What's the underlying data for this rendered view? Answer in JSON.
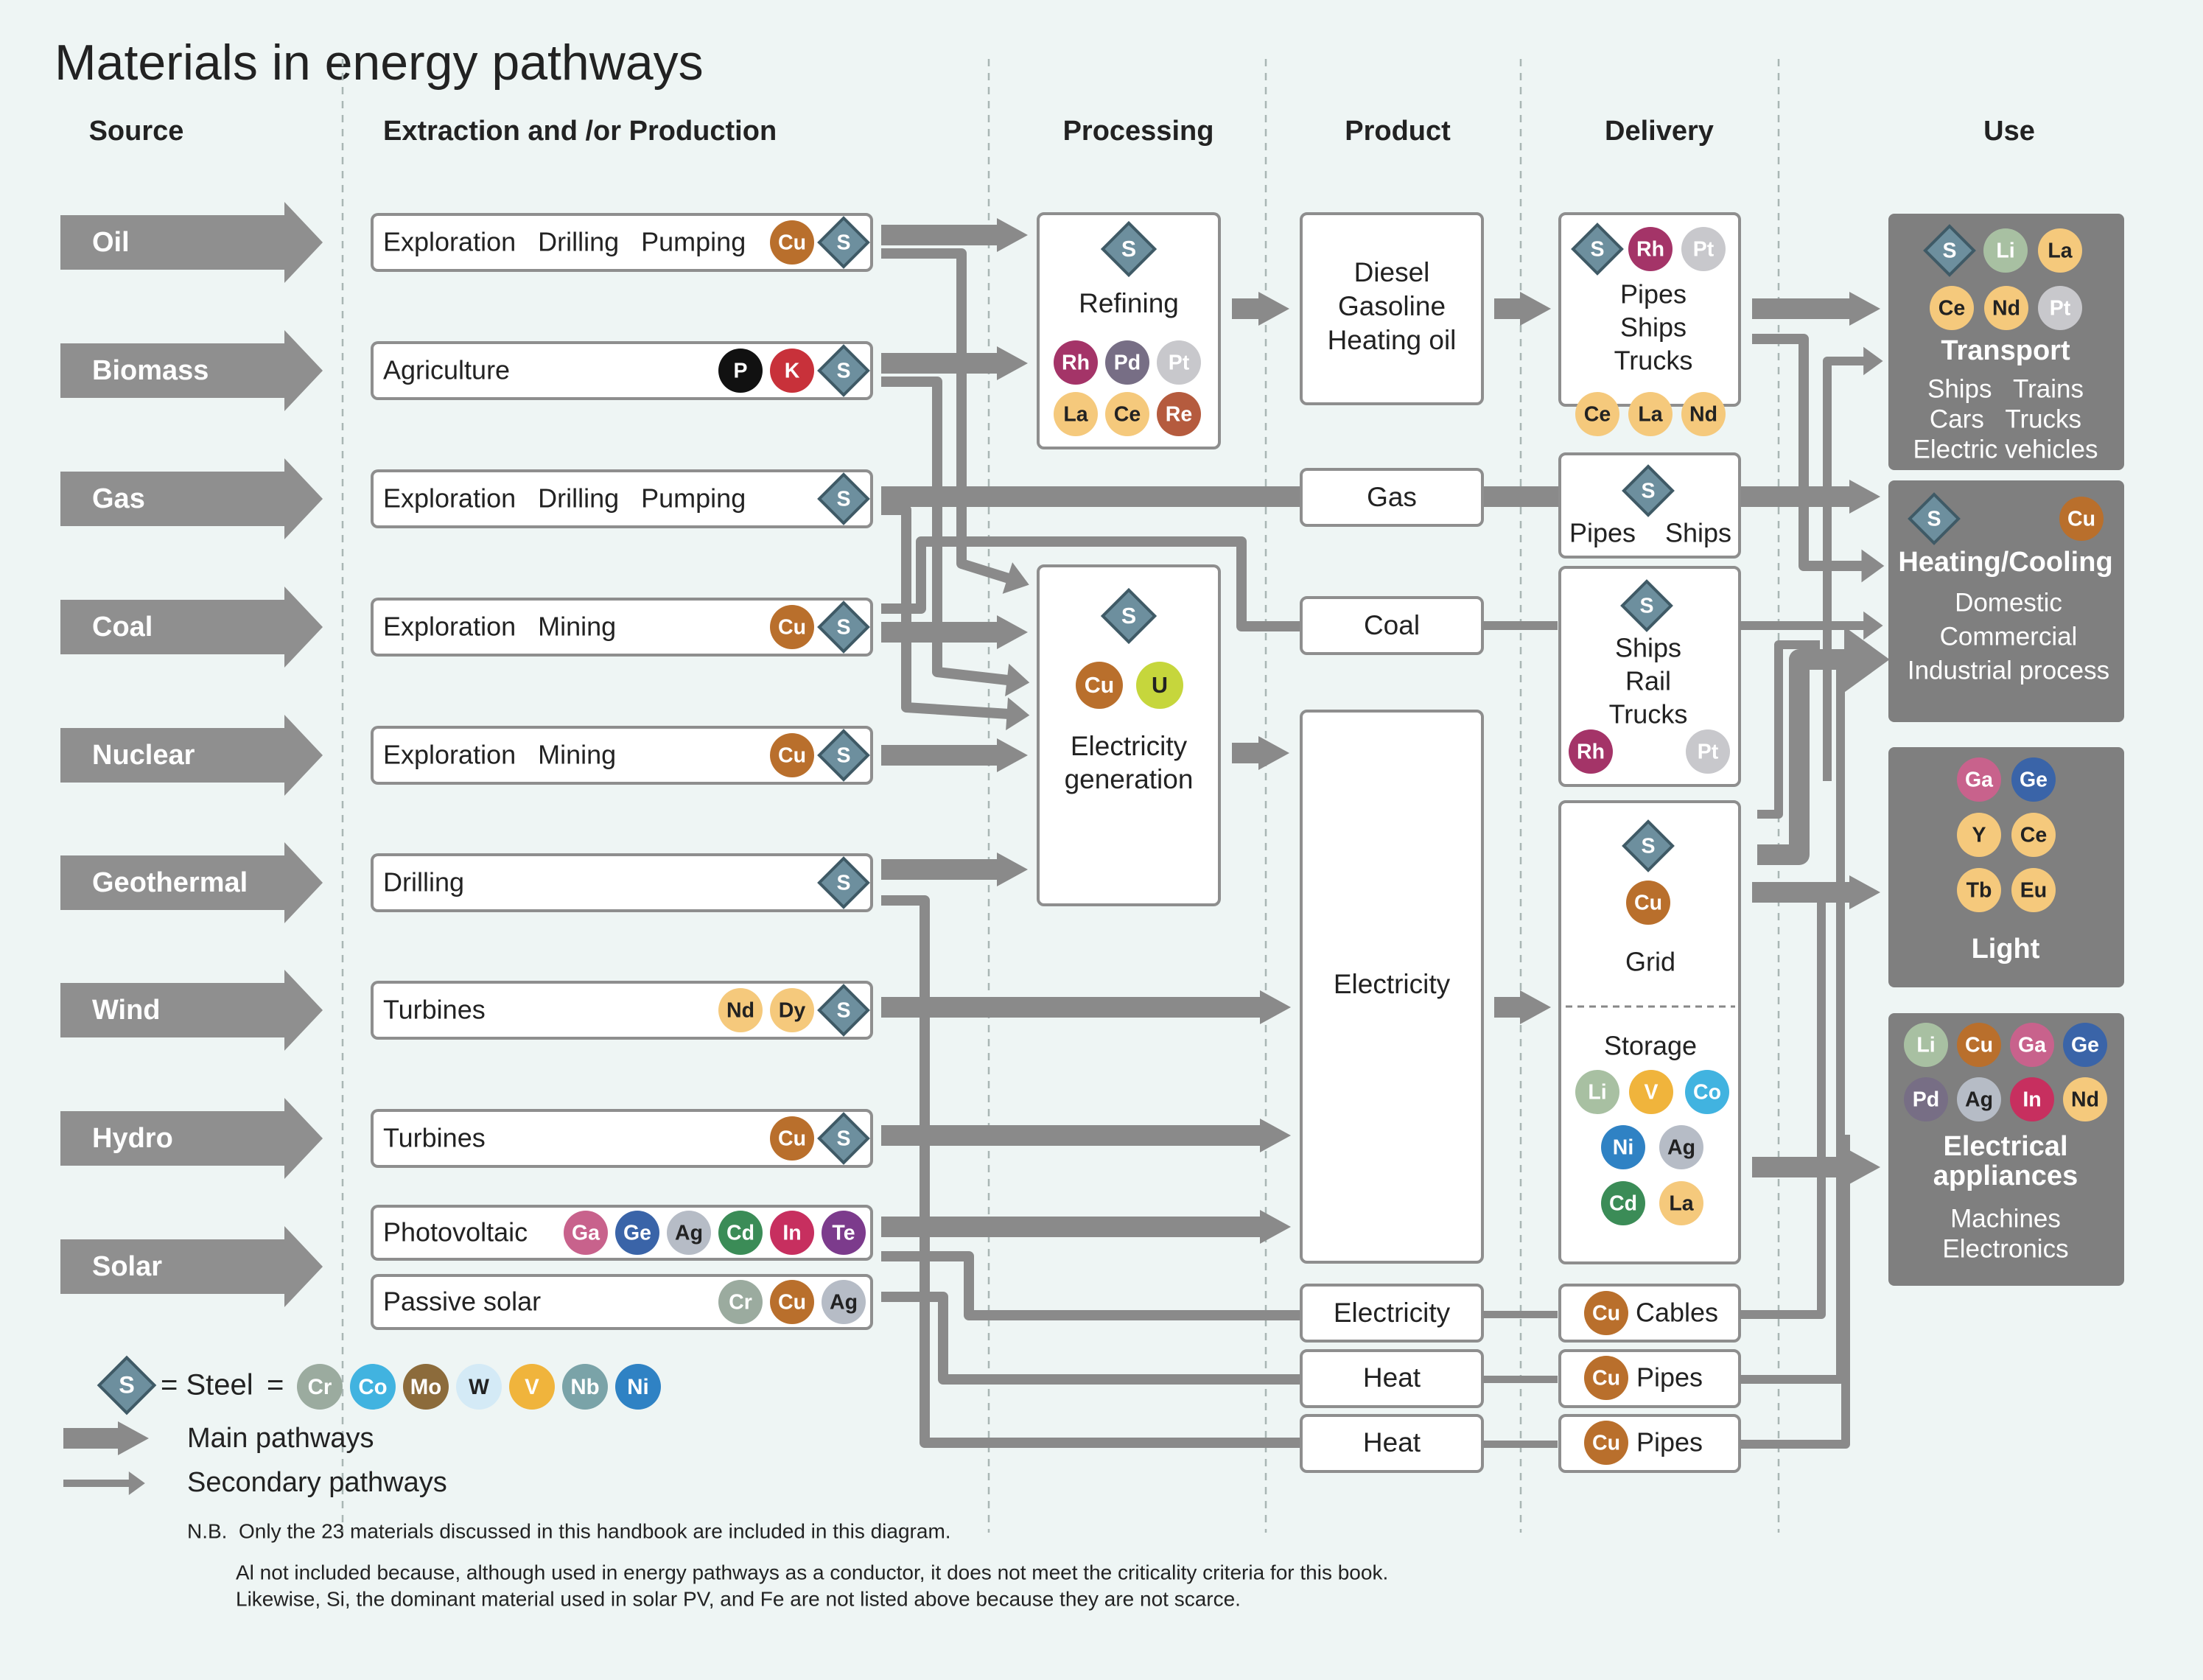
{
  "title": "Materials in energy pathways",
  "headers": {
    "source": "Source",
    "extraction": "Extraction and /or Production",
    "processing": "Processing",
    "product": "Product",
    "delivery": "Delivery",
    "use": "Use"
  },
  "sources": [
    "Oil",
    "Biomass",
    "Gas",
    "Coal",
    "Nuclear",
    "Geothermal",
    "Wind",
    "Hydro",
    "Solar"
  ],
  "extraction": [
    {
      "label": "Exploration   Drilling   Pumping",
      "materials": [
        "Cu",
        "S"
      ]
    },
    {
      "label": "Agriculture",
      "materials": [
        "P",
        "K",
        "S"
      ]
    },
    {
      "label": "Exploration   Drilling   Pumping",
      "materials": [
        "S"
      ]
    },
    {
      "label": "Exploration   Mining",
      "materials": [
        "Cu",
        "S"
      ]
    },
    {
      "label": "Exploration   Mining",
      "materials": [
        "Cu",
        "S"
      ]
    },
    {
      "label": "Drilling",
      "materials": [
        "S"
      ]
    },
    {
      "label": "Turbines",
      "materials": [
        "Nd",
        "Dy",
        "S"
      ]
    },
    {
      "label": "Turbines",
      "materials": [
        "Cu",
        "S"
      ]
    },
    {
      "label": "Photovoltaic",
      "materials": [
        "Ga",
        "Ge",
        "Ag",
        "Cd",
        "In",
        "Te"
      ]
    },
    {
      "label": "Passive solar",
      "materials": [
        "Cr",
        "Cu",
        "Ag"
      ]
    }
  ],
  "processing": {
    "refining": {
      "label": "Refining",
      "materials": [
        "S",
        "Rh",
        "Pd",
        "Pt",
        "La",
        "Ce",
        "Re"
      ]
    },
    "electricity": {
      "label_1": "Electricity",
      "label_2": "generation",
      "materials": [
        "S",
        "Cu",
        "U"
      ]
    }
  },
  "products": {
    "fuels": [
      "Diesel",
      "Gasoline",
      "Heating oil"
    ],
    "gas": "Gas",
    "coal": "Coal",
    "electricity": "Electricity",
    "electricity_small": "Electricity",
    "heat_1": "Heat",
    "heat_2": "Heat"
  },
  "delivery": {
    "fuels": {
      "labels": [
        "Pipes",
        "Ships",
        "Trucks"
      ],
      "top_materials": [
        "S",
        "Rh",
        "Pt"
      ],
      "bottom_materials": [
        "Ce",
        "La",
        "Nd"
      ]
    },
    "gas": {
      "label": "Pipes    Ships",
      "materials": [
        "S"
      ]
    },
    "coal": {
      "labels": [
        "Ships",
        "Rail",
        "Trucks"
      ],
      "materials": [
        "S",
        "Rh",
        "Pt"
      ]
    },
    "grid": {
      "label": "Grid",
      "materials": [
        "S",
        "Cu"
      ]
    },
    "storage": {
      "label": "Storage",
      "materials": [
        "Li",
        "V",
        "Co",
        "Ni",
        "Ag",
        "Cd",
        "La"
      ]
    },
    "cables": {
      "label": "Cables",
      "materials": [
        "Cu"
      ]
    },
    "pipes_1": {
      "label": "Pipes",
      "materials": [
        "Cu"
      ]
    },
    "pipes_2": {
      "label": "Pipes",
      "materials": [
        "Cu"
      ]
    }
  },
  "uses": [
    {
      "title": "Transport",
      "lines": [
        "Ships   Trains",
        "Cars   Trucks",
        "Electric vehicles"
      ],
      "materials": [
        "S",
        "Li",
        "La",
        "Ce",
        "Nd",
        "Pt"
      ]
    },
    {
      "title": "Heating/Cooling",
      "lines": [
        "Domestic",
        "Commercial",
        "Industrial process"
      ],
      "materials": [
        "S",
        "Cu"
      ]
    },
    {
      "title": "Light",
      "lines": [],
      "materials": [
        "Ga",
        "Ge",
        "Y",
        "Ce",
        "Tb",
        "Eu"
      ]
    },
    {
      "title_1": "Electrical",
      "title_2": "appliances",
      "lines": [
        "Machines",
        "Electronics"
      ],
      "materials": [
        "Li",
        "Cu",
        "Ga",
        "Ge",
        "Pd",
        "Ag",
        "In",
        "Nd"
      ]
    }
  ],
  "legend": {
    "steel_label": "= Steel",
    "equals": "=",
    "steel_materials": [
      "Cr",
      "Co",
      "Mo",
      "W",
      "V",
      "Nb",
      "Ni"
    ],
    "main": "Main pathways",
    "secondary": "Secondary pathways"
  },
  "notes": [
    "N.B.  Only the 23 materials discussed in this handbook are included in this diagram.",
    "Al not included because, although used in energy pathways as a conductor, it does not meet the criticality criteria for this book.",
    "Likewise, Si, the dominant material used in solar PV, and Fe are not listed above because they are not scarce."
  ],
  "colors": {
    "background": "#eef5f4",
    "arrow": "#8a8a8a",
    "box_border": "#8e8e8e",
    "use_box": "#7f7f7f",
    "Cu": "#b96f2c",
    "S": "#6d8f9e",
    "P": "#111111",
    "K": "#c8313a",
    "Rh": "#a43468",
    "Pd": "#776e85",
    "Pt": "#c8c8cc",
    "La": "#f5c97c",
    "Ce": "#f5c97c",
    "Re": "#b55b3e",
    "U": "#c6d63c",
    "Nd": "#f5c97c",
    "Dy": "#f5c97c",
    "Ga": "#c8628c",
    "Ge": "#3a64a8",
    "Ag": "#b6bcc6",
    "Cd": "#3b8c57",
    "In": "#c72f5f",
    "Te": "#7c3b8c",
    "Cr": "#9bab9f",
    "Li": "#a8c0a2",
    "V": "#f0b43c",
    "Co": "#41b3e0",
    "Ni": "#2f82c4",
    "Y": "#f5c97c",
    "Tb": "#f5c97c",
    "Eu": "#f5c97c",
    "Mo": "#8c6b3b",
    "W": "#d4eaf6",
    "Nb": "#7aa3a8"
  }
}
